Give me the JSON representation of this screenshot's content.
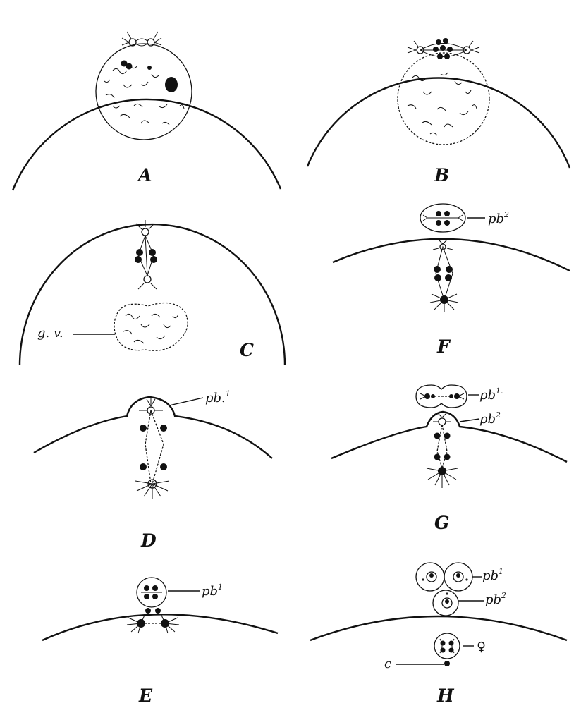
{
  "panels": {
    "A": {
      "label": "A"
    },
    "B": {
      "label": "B"
    },
    "C": {
      "label": "C",
      "annotation": "g. v."
    },
    "D": {
      "label": "D",
      "annotation": "pb.",
      "annotation_sup": "1"
    },
    "E": {
      "label": "E",
      "annotation": "pb",
      "annotation_sup": "1"
    },
    "F": {
      "label": "F",
      "annotation": "pb",
      "annotation_sup": "2"
    },
    "G": {
      "label": "G",
      "annotation_1": "pb",
      "annotation_1_sup": "1.",
      "annotation_2": "pb",
      "annotation_2_sup": "2"
    },
    "H": {
      "label": "H",
      "annotation_1": "pb",
      "annotation_1_sup": "1",
      "annotation_2": "pb",
      "annotation_2_sup": "2",
      "female_symbol": "♀",
      "centrosome_label": "c"
    }
  }
}
